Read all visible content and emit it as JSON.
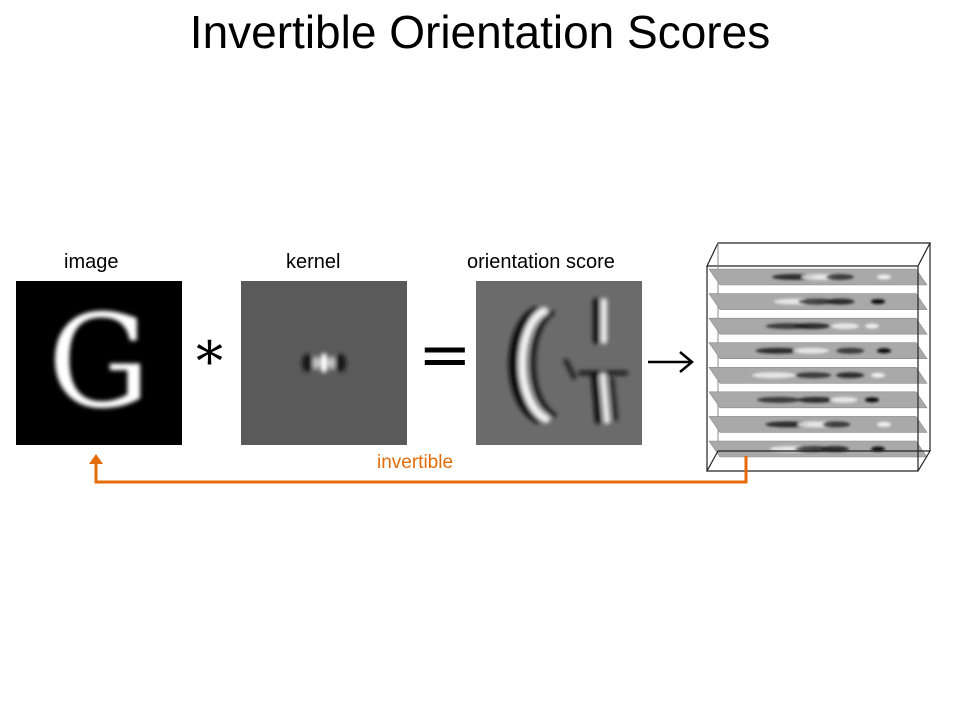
{
  "title": "Invertible Orientation Scores",
  "panels": {
    "image_label": "image",
    "kernel_label": "kernel",
    "score_label": "orientation score",
    "image_letter": "G"
  },
  "operators": {
    "convolution": "*",
    "equals": "=",
    "arrow": "→"
  },
  "feedback": {
    "label": "invertible",
    "color": "#e36c09"
  },
  "stack": {
    "layer_count": 8
  }
}
